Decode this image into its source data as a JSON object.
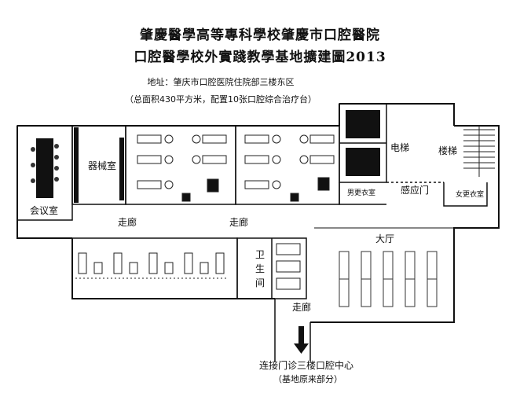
{
  "header": {
    "title_line1": "肇慶醫學高等專科學校肇慶市口腔醫院",
    "title_line2": "口腔醫學校外實踐教學基地擴建圖2013",
    "address": "地址：肇庆市口腔医院住院部三楼东区",
    "area_note": "（总面积430平方米，配置10张口腔综合治疗台）"
  },
  "rooms": {
    "meeting_room": "会议室",
    "equipment_room": "器械室",
    "corridor_left": "走廊",
    "corridor_mid": "走廊",
    "corridor_bottom": "走廊",
    "toilet_1": "卫",
    "toilet_2": "生",
    "toilet_3": "间",
    "elevator": "电梯",
    "stairs": "楼梯",
    "male_locker": "男更衣室",
    "female_locker": "女更衣室",
    "sensor_door": "感应门",
    "hall": "大厅"
  },
  "footer": {
    "connect_line1": "连接门诊三楼口腔中心",
    "connect_line2": "（基地原来部分）"
  }
}
